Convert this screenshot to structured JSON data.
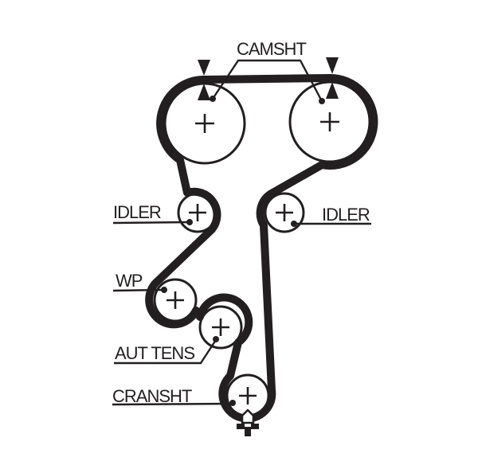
{
  "diagram": {
    "type": "timing-belt-routing-diagram",
    "ink_color": "#231f20",
    "background_color": "#ffffff",
    "labels": {
      "camshaft": "CAMSHT",
      "idler_left": "IDLER",
      "idler_right": "IDLER",
      "water_pump": "WP",
      "auto_tensioner": "AUT TENS",
      "crankshaft": "CRANSHT"
    },
    "marks": {
      "pulley_center_mark": "+",
      "camshaft_alignment_marker": "double-triangle-arrows",
      "crankshaft_timing_marker": "tab-and-pointer"
    },
    "components": [
      "camshaft-pulley-left",
      "camshaft-pulley-right",
      "idler-pulley-left",
      "idler-pulley-right",
      "water-pump-pulley",
      "automatic-tensioner-pulley",
      "crankshaft-pulley",
      "timing-belt"
    ]
  }
}
